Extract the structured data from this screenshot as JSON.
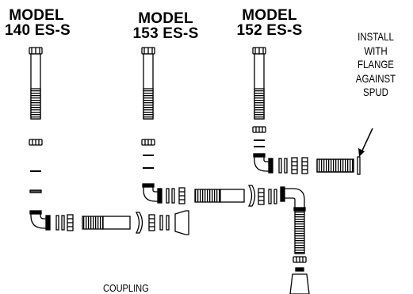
{
  "models": [
    {
      "line1": "MODEL",
      "line2": "140 ES-S"
    },
    {
      "line1": "MODEL",
      "line2": "153 ES-S"
    },
    {
      "line1": "MODEL",
      "line2": "152 ES-S"
    }
  ],
  "install_note": {
    "lines": [
      "INSTALL",
      "WITH",
      "FLANGE",
      "AGAINST",
      "SPUD"
    ]
  },
  "coupling_label": "COUPLING"
}
